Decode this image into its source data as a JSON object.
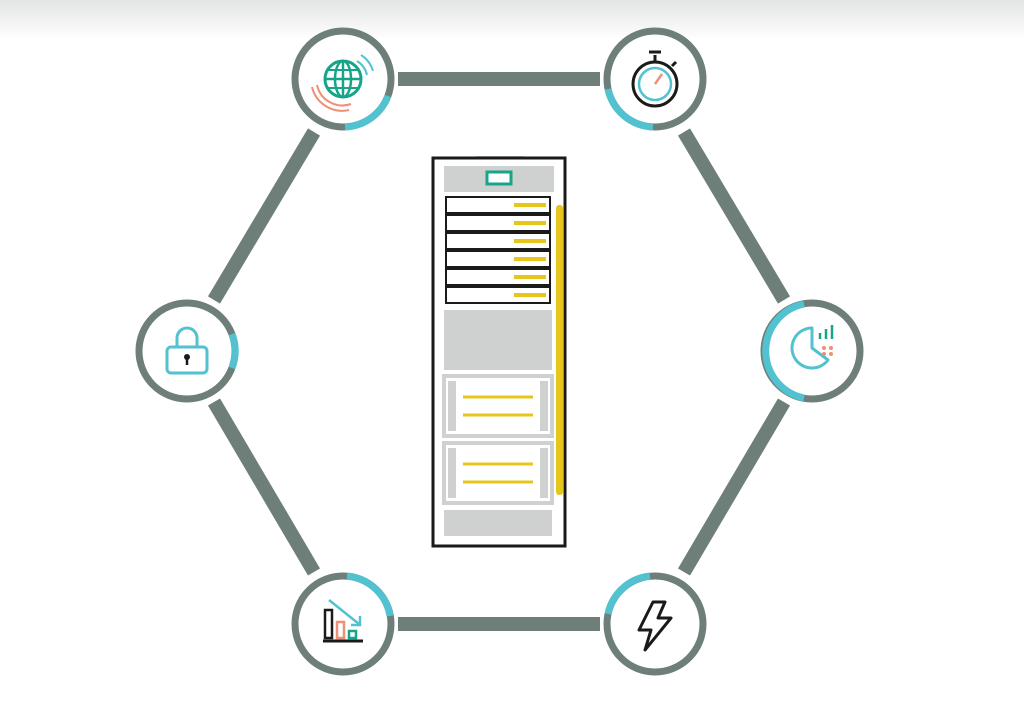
{
  "diagram": {
    "colors": {
      "connector": "#6d7f78",
      "node_ring": "#6d7f78",
      "accent_teal": "#52c2d0",
      "icon_dark": "#1a1a1a",
      "globe_green": "#16a589",
      "salmon": "#ee8f78",
      "rack_yellow": "#e7c61c",
      "rack_gray": "#cfd0d0",
      "rack_frame": "#1a1a1a"
    },
    "center": {
      "name": "server-rack",
      "icon": "server-rack-icon"
    },
    "nodes": [
      {
        "key": "globe",
        "icon": "globe-icon"
      },
      {
        "key": "stopwatch",
        "icon": "stopwatch-icon"
      },
      {
        "key": "analytics",
        "icon": "pie-chart-icon"
      },
      {
        "key": "lightning",
        "icon": "lightning-bolt-icon"
      },
      {
        "key": "cost-down",
        "icon": "bar-chart-decline-icon"
      },
      {
        "key": "security",
        "icon": "padlock-icon"
      }
    ]
  }
}
